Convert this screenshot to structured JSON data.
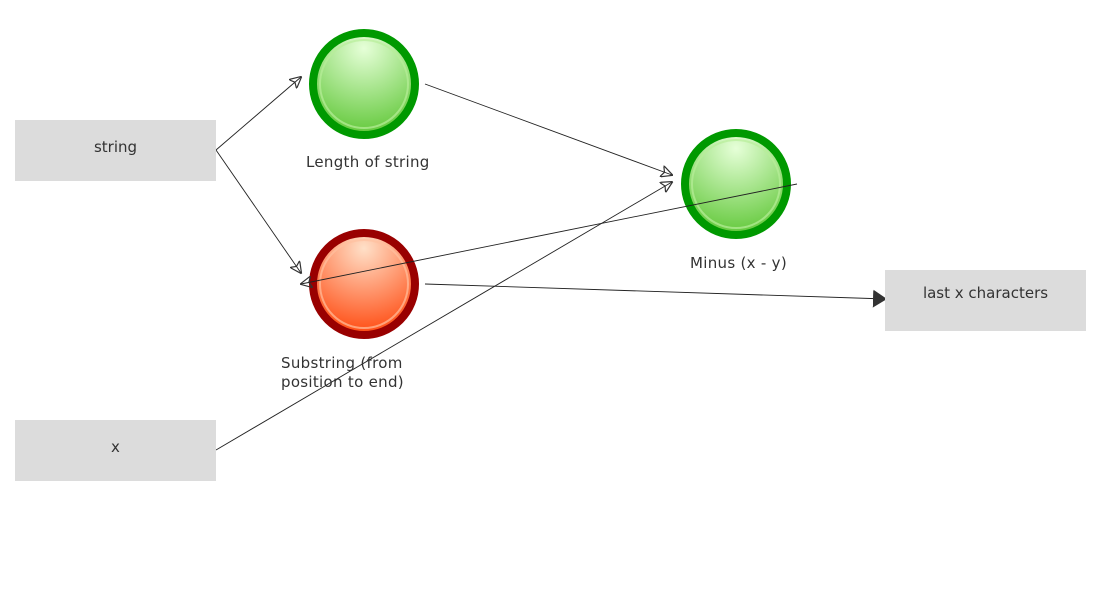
{
  "nodes": {
    "string": {
      "label": "string",
      "kind": "data"
    },
    "x": {
      "label": "x",
      "kind": "data"
    },
    "output": {
      "label": "last x characters",
      "kind": "data"
    },
    "length": {
      "label": "Length of string",
      "kind": "task",
      "status": "ok"
    },
    "substring": {
      "label": "Substring (from position to end)",
      "label_lines": [
        "Substring (from",
        "position to end)"
      ],
      "kind": "task",
      "status": "error"
    },
    "minus": {
      "label": "Minus (x - y)",
      "kind": "task",
      "status": "ok"
    }
  },
  "edges": [
    {
      "from": "string",
      "to": "length"
    },
    {
      "from": "string",
      "to": "substring"
    },
    {
      "from": "length",
      "to": "minus"
    },
    {
      "from": "x",
      "to": "minus"
    },
    {
      "from": "minus",
      "to": "substring"
    },
    {
      "from": "substring",
      "to": "output"
    }
  ],
  "colors": {
    "ok_ring": "#009900",
    "error_ring": "#990000",
    "box": "#dcdcdc"
  }
}
